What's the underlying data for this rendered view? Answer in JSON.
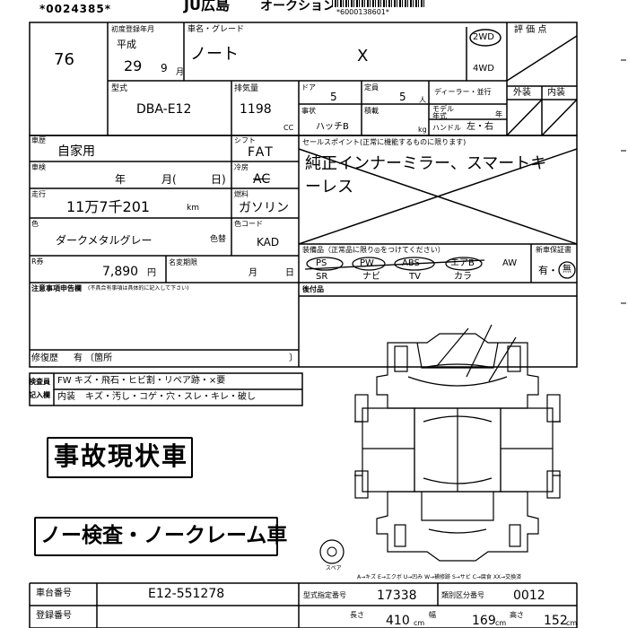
{
  "header": {
    "code": "*0024385*",
    "venue": "JU広島",
    "auction": "オークション",
    "barcode_text": "*6000138601*"
  },
  "sheet": {
    "lot_number": "76",
    "first_reg": {
      "label": "初度登録年月",
      "era": "平成",
      "year": "29",
      "month": "9",
      "month_unit": "月"
    },
    "name_grade_label": "車名・グレード",
    "car_name": "ノート",
    "grade": "X",
    "drive": {
      "option_2wd": "2WD",
      "option_4wd": "4WD"
    },
    "score_label": "評 価 点",
    "model_label": "型式",
    "model": "DBA-E12",
    "displacement_label": "排気量",
    "displacement": "1198",
    "cc_unit": "CC",
    "doors_label": "ドア",
    "doors": "5",
    "capacity_label": "定員",
    "capacity": "5",
    "capacity_unit": "人",
    "dealer_label": "ディーラー・並行",
    "model_year_label": "モデル年式",
    "year_unit": "年",
    "exterior_label": "外装",
    "interior_label": "内装",
    "business_label": "事状",
    "shape": "ハッチB",
    "load_label": "積載",
    "kg_unit": "kg",
    "handle_label": "ハンドル",
    "handle": "左・右",
    "usage_label": "車歴",
    "usage": "自家用",
    "shift_label": "シフト",
    "shift": "FAT",
    "inspection_label": "車検",
    "inspection_year_unit": "年",
    "inspection_month_unit": "月(",
    "inspection_day_unit": "日)",
    "ac_label": "冷房",
    "ac": "AC",
    "mileage_label": "走行",
    "mileage": "11万7千201",
    "km_unit": "km",
    "fuel_label": "燃料",
    "fuel": "ガソリン",
    "color_label": "色",
    "color": "ダークメタルグレー",
    "color_change_label": "色替",
    "color_code_label": "色コード",
    "color_code": "KAD",
    "recycle_label": "R券",
    "recycle_amount": "7,890",
    "yen_unit": "円",
    "name_change_label": "名変期限",
    "nc_month_unit": "月",
    "nc_day_unit": "日",
    "sales_points_label": "セールスポイント(正常に機能するものに限ります)",
    "sales_points_line1": "純正インナーミラー、スマートキ",
    "sales_points_line2": "ーレス",
    "equipment_label": "装備品（正常品に限り◎をつけてください）",
    "equip_row1": [
      "PS",
      "PW",
      "ABS",
      "エアB",
      "AW"
    ],
    "equip_row2": [
      "SR",
      "ナビ",
      "TV",
      "カラ"
    ],
    "new_warranty_label": "新車保証書",
    "new_warranty_value": "有・",
    "new_warranty_circle": "無",
    "aftermarket_label": "後付品",
    "caution_label": "注意事項申告欄",
    "caution_note": "(不具合有事項は具体的に記入して下さい)",
    "repair_history_label": "修復歴",
    "repair_history_value": "有 〔箇所",
    "repair_close": "〕",
    "inspector_label_1": "検査員",
    "inspector_label_2": "記入欄",
    "fw_row": "FW キズ・飛石・ヒビ割・リペア跡・×要",
    "interior_row_label": "内装",
    "interior_row": "キズ・汚し・コゲ・穴・スレ・キレ・破し",
    "stamp1": "事故現状車",
    "stamp2": "ノー検査・ノークレーム車",
    "spare_label": "スペア",
    "legend": "A→キズ E→エクボ U→凹み W→補修跡 S→サビ C→腐食 XX→交換済",
    "chassis_label": "車台番号",
    "chassis_number": "E12-551278",
    "reg_number_label": "登録番号",
    "type_designation_label": "型式指定番号",
    "type_designation": "17338",
    "category_label": "類別区分番号",
    "category_number": "0012",
    "length_label": "長さ",
    "length": "410",
    "width_label": "幅",
    "width": "169",
    "height_label": "高さ",
    "height": "152",
    "cm_unit": "cm"
  }
}
